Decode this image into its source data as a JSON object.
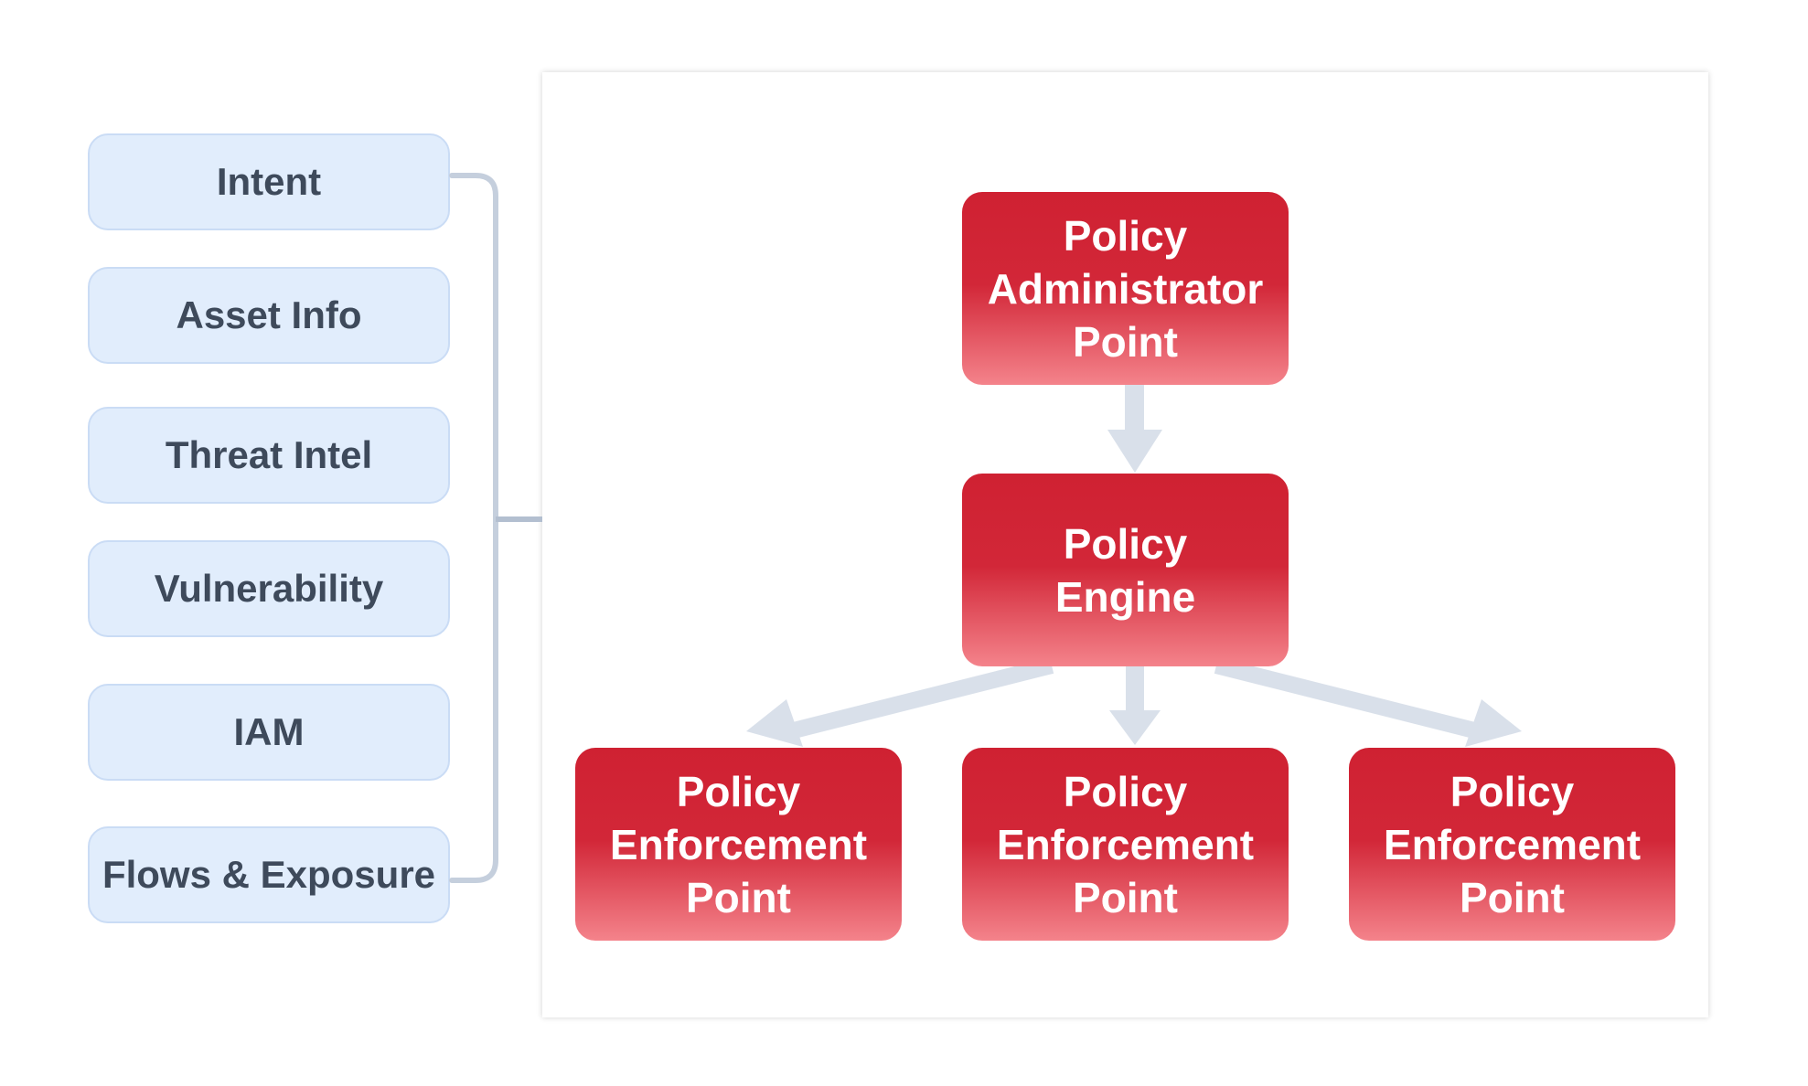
{
  "inputs": [
    "Intent",
    "Asset Info",
    "Threat Intel",
    "Vulnerability",
    "IAM",
    "Flows & Exposure"
  ],
  "nodes": {
    "pap": {
      "line1": "Policy",
      "line2": "Administrator",
      "line3": "Point"
    },
    "pe": {
      "line1": "Policy",
      "line2": "Engine"
    },
    "pep": {
      "line1": "Policy",
      "line2": "Enforcement",
      "line3": "Point"
    }
  },
  "colors": {
    "node_top": "#cf2132",
    "node_bottom": "#f4838b",
    "input_fill": "#e1edfc",
    "input_text": "#3e4a5b",
    "connector": "#c5cfdd",
    "arrow": "#d9e0ea"
  }
}
